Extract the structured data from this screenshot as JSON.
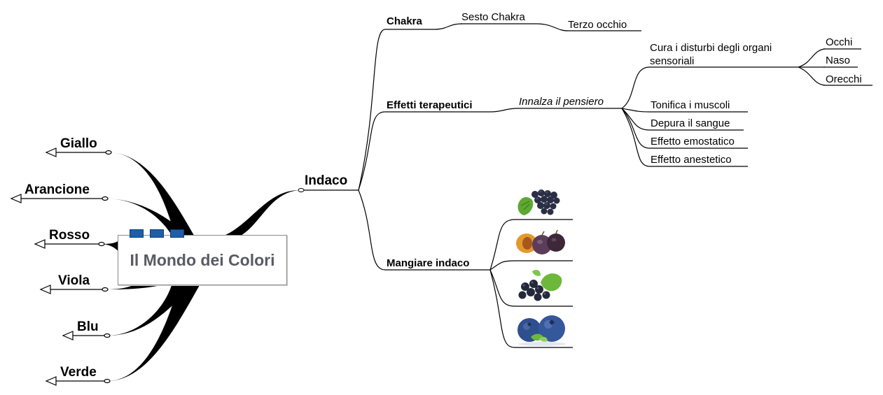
{
  "central": {
    "title": "Il Mondo dei Colori"
  },
  "left_branches": [
    "Giallo",
    "Arancione",
    "Rosso",
    "Viola",
    "Blu",
    "Verde"
  ],
  "indaco": {
    "label": "Indaco",
    "chakra": {
      "label": "Chakra",
      "child": "Sesto Chakra",
      "grandchild": "Terzo occhio"
    },
    "effetti": {
      "label": "Effetti terapeutici",
      "child": "Innalza il pensiero",
      "items": [
        {
          "label": "Cura i disturbi degli organi sensoriali",
          "line1": "Cura i disturbi degli organi",
          "line2": "sensoriali",
          "children": [
            "Occhi",
            "Naso",
            "Orecchi"
          ]
        },
        {
          "label": "Tonifica i muscoli"
        },
        {
          "label": "Depura il sangue"
        },
        {
          "label": "Effetto emostatico"
        },
        {
          "label": "Effetto anestetico"
        }
      ]
    },
    "mangiare": {
      "label": "Mangiare indaco",
      "images": [
        "grapes-image",
        "plums-image",
        "blackcurrants-image",
        "blueberries-image"
      ]
    }
  },
  "colors": {
    "branch": "#000000",
    "tab": "#1d5fa8",
    "title": "#5a5a64"
  }
}
